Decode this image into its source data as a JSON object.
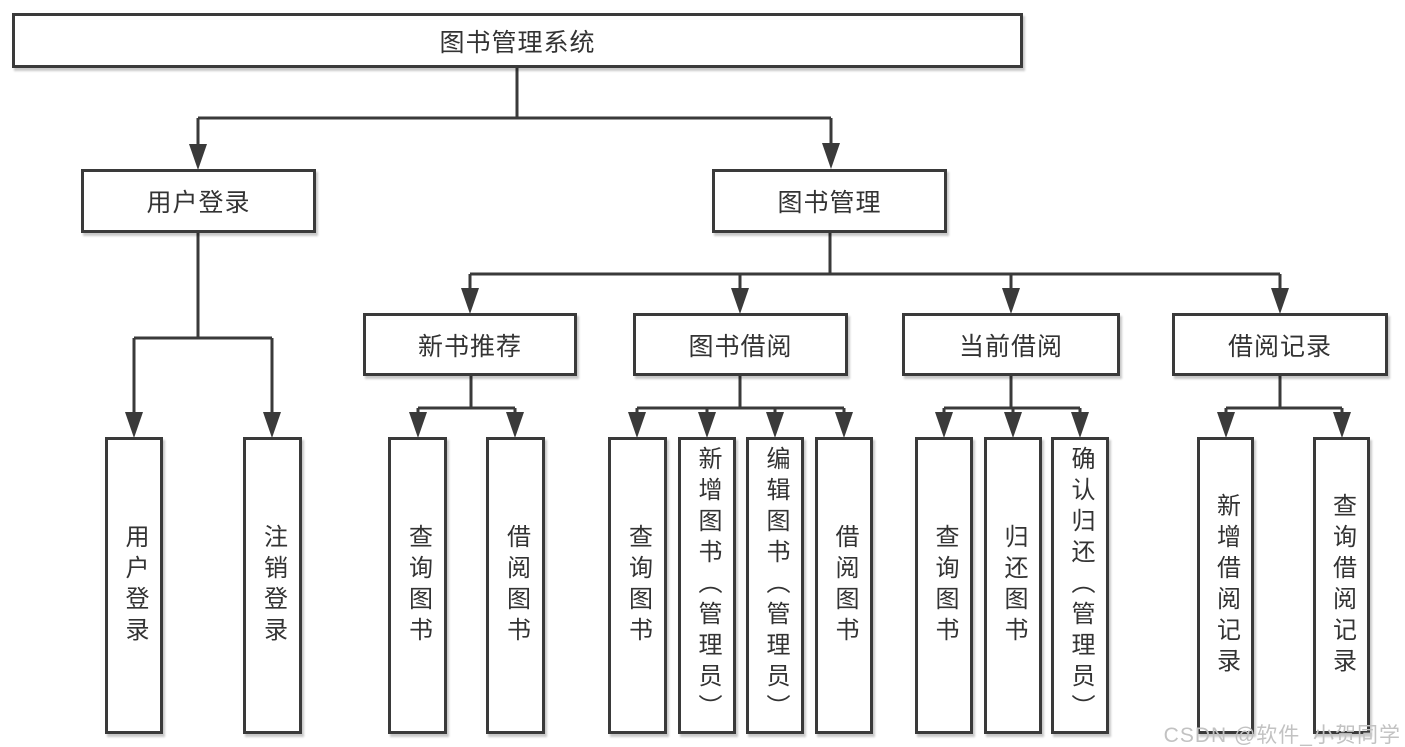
{
  "nodes": {
    "root": "图书管理系统",
    "user_login": "用户登录",
    "book_management": "图书管理",
    "new_book_recommend": "新书推荐",
    "book_borrow": "图书借阅",
    "current_borrow": "当前借阅",
    "borrow_record": "借阅记录",
    "leaves": {
      "user_login": [
        "用户登录",
        "注销登录"
      ],
      "new_book_recommend": [
        "查询图书",
        "借阅图书"
      ],
      "book_borrow": [
        "查询图书",
        "新增图书（管理员）",
        "编辑图书（管理员）",
        "借阅图书"
      ],
      "current_borrow": [
        "查询图书",
        "归还图书",
        "确认归还（管理员）"
      ],
      "borrow_record": [
        "新增借阅记录",
        "查询借阅记录"
      ]
    }
  },
  "watermark": "CSDN @软件_小贺同学",
  "colors": {
    "line": "#3a3a3a",
    "text": "#333333",
    "box_background": "#ffffff",
    "watermark": "#c2c2c2"
  }
}
